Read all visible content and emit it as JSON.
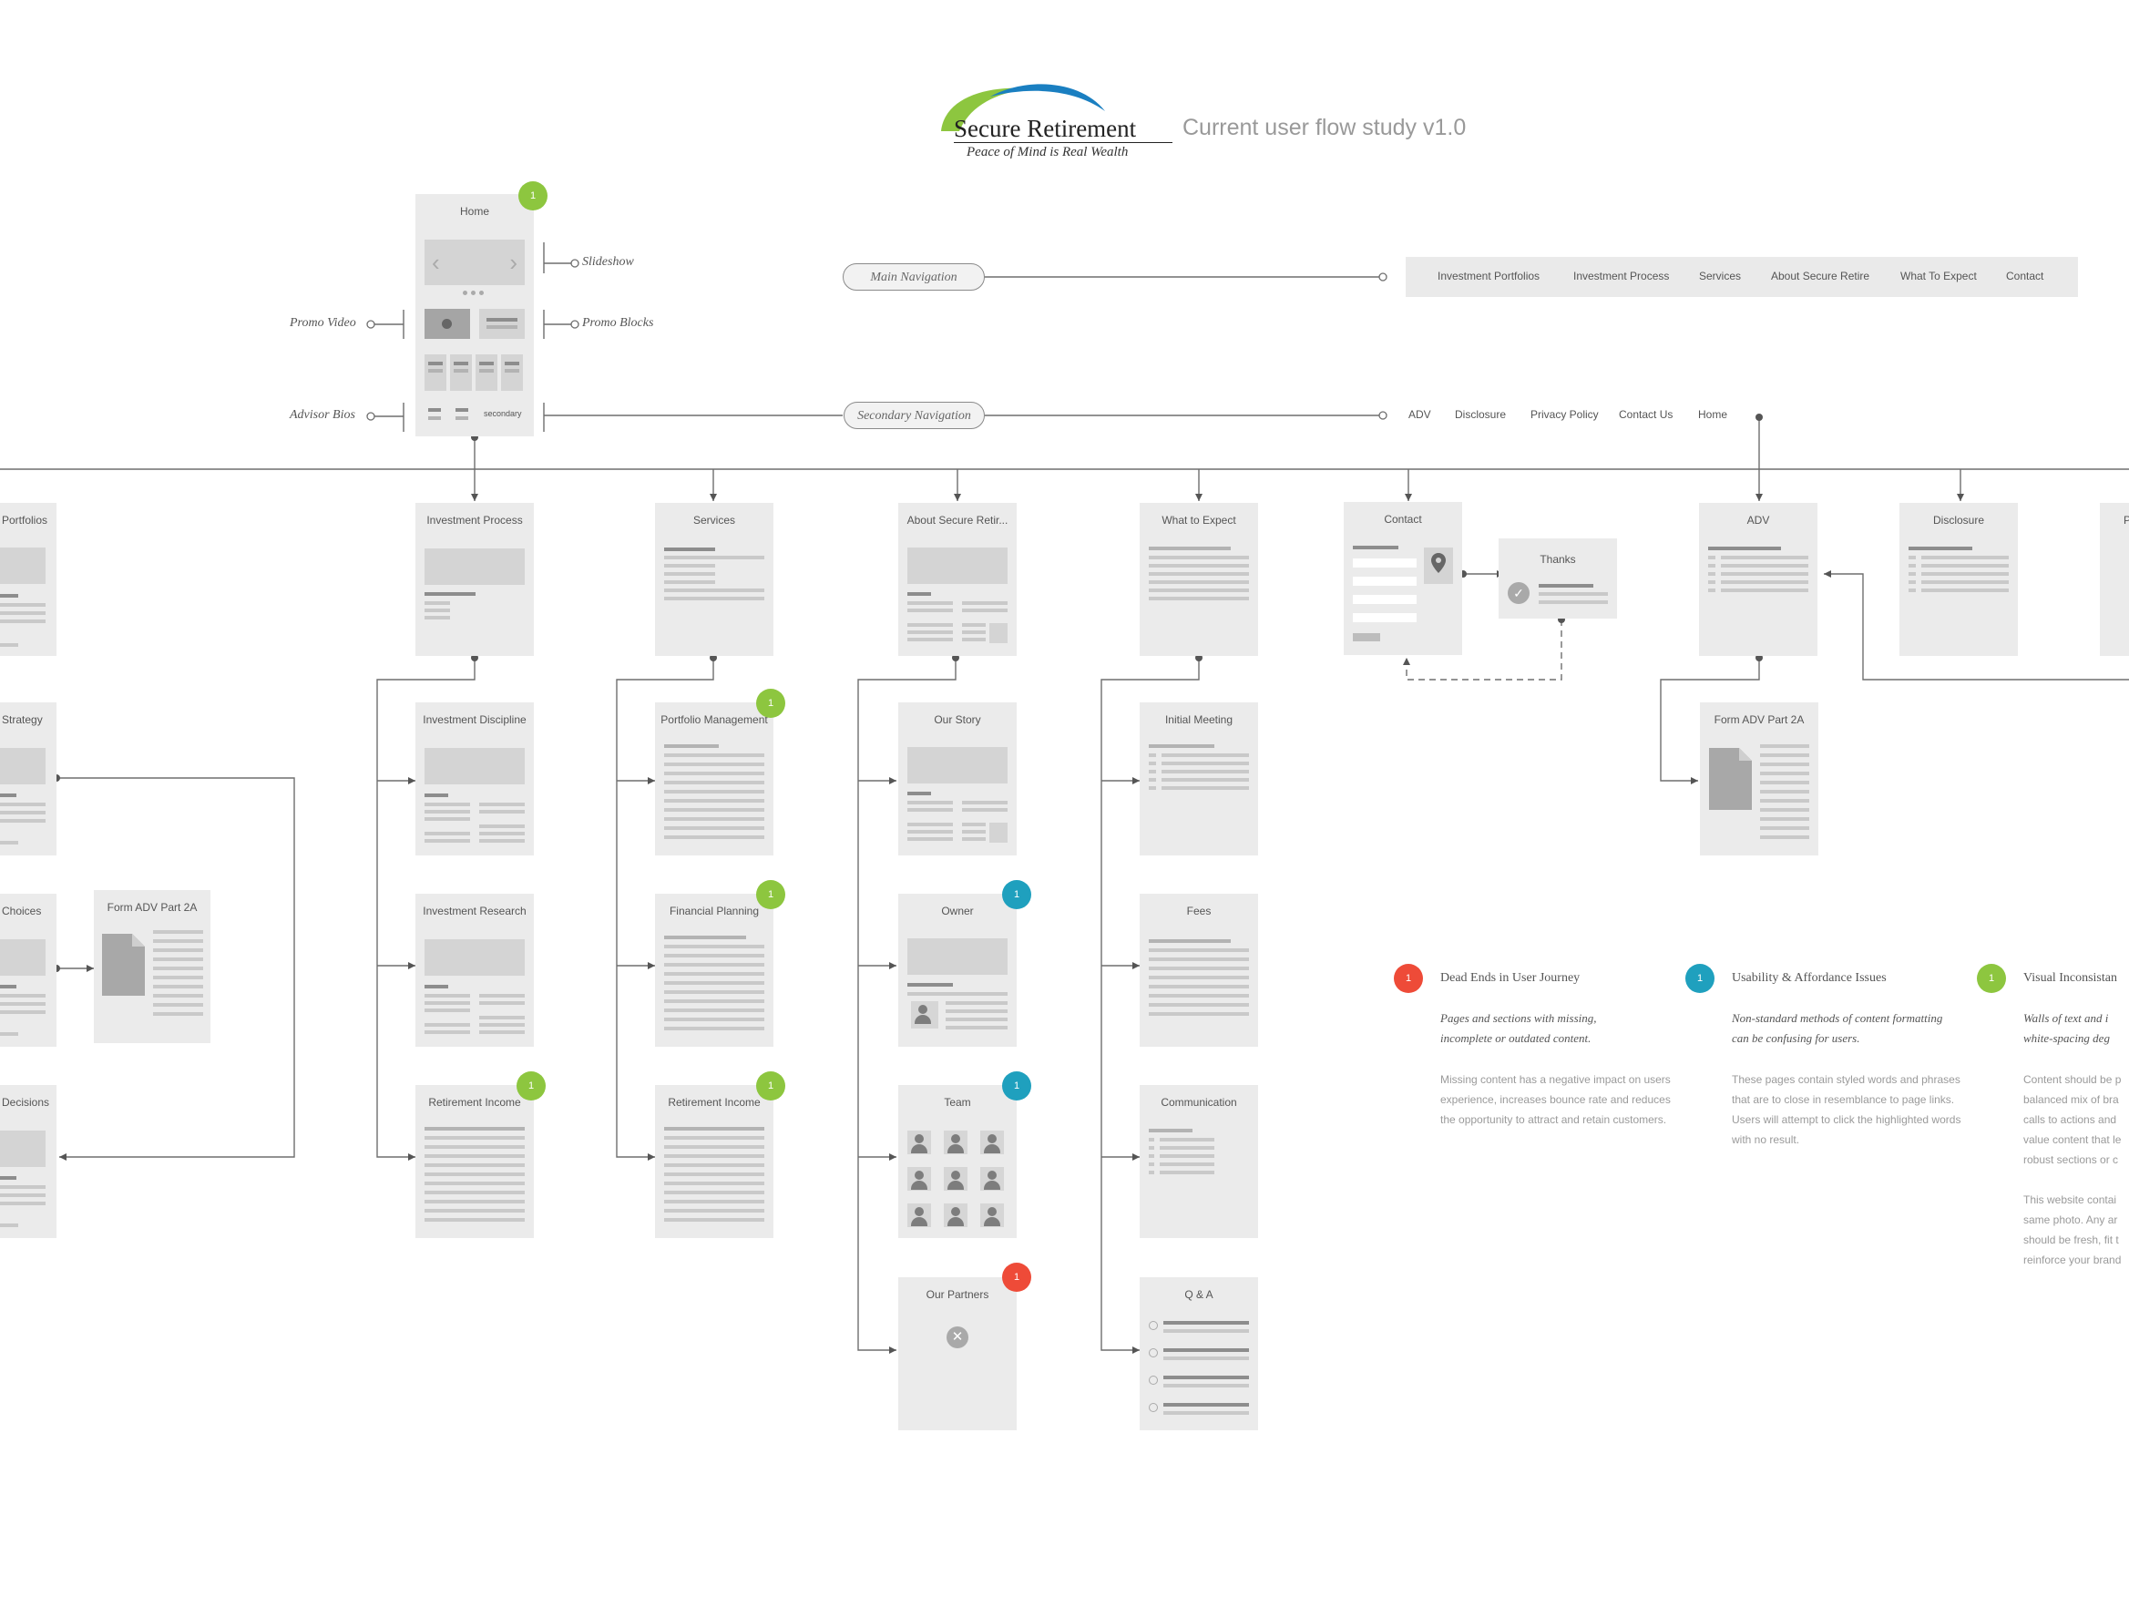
{
  "header": {
    "logo_name": "Secure Retirement",
    "logo_tagline": "Peace of Mind is Real Wealth",
    "subtitle": "Current user flow study v1.0"
  },
  "colors": {
    "green": "#8dc63f",
    "blue": "#1fa0be",
    "red": "#ee4b38",
    "logo_green": "#8dc63f",
    "logo_blue": "#1a7fc1"
  },
  "home": {
    "title": "Home",
    "badge": "1",
    "secondary_tag": "secondary",
    "labels": {
      "slideshow": "Slideshow",
      "promo_video": "Promo Video",
      "promo_blocks": "Promo Blocks",
      "advisor_bios": "Advisor Bios"
    }
  },
  "navigation": {
    "main_label": "Main Navigation",
    "main_items": [
      "Investment Portfolios",
      "Investment Process",
      "Services",
      "About Secure Retire",
      "What To Expect",
      "Contact"
    ],
    "secondary_label": "Secondary Navigation",
    "secondary_items": [
      "ADV",
      "Disclosure",
      "Privacy Policy",
      "Contact Us",
      "Home"
    ]
  },
  "pages": {
    "portfolios": "Portfolios",
    "strategy": "Strategy",
    "choices": "Choices",
    "decisions": "Decisions",
    "form_adv_left": "Form ADV Part 2A",
    "investment_process": "Investment Process",
    "investment_discipline": "Investment Discipline",
    "investment_research": "Investment Research",
    "retirement_income_a": "Retirement Income",
    "services": "Services",
    "portfolio_management": "Portfolio Management",
    "financial_planning": "Financial Planning",
    "retirement_income_b": "Retirement Income",
    "about": "About Secure Retir...",
    "our_story": "Our Story",
    "owner": "Owner",
    "team": "Team",
    "our_partners": "Our Partners",
    "what_to_expect": "What to Expect",
    "initial_meeting": "Initial Meeting",
    "fees": "Fees",
    "communication": "Communication",
    "qa": "Q & A",
    "contact": "Contact",
    "thanks": "Thanks",
    "adv": "ADV",
    "disclosure": "Disclosure",
    "form_adv_right": "Form ADV Part 2A",
    "privacy_partial": "P"
  },
  "badges": {
    "portfolio_management": "1",
    "financial_planning": "1",
    "retirement_income_a": "1",
    "retirement_income_b": "1",
    "owner": "1",
    "team": "1",
    "our_partners": "1"
  },
  "legend": [
    {
      "badge": "1",
      "color": "red",
      "title": "Dead Ends in User Journey",
      "subtitle": "Pages and sections with missing, incomplete or outdated content.",
      "body": "Missing content has a negative impact on users experience, increases bounce rate and reduces the opportunity to attract and retain customers."
    },
    {
      "badge": "1",
      "color": "blue",
      "title": "Usability & Affordance Issues",
      "subtitle": "Non-standard methods of content formatting can be confusing for users.",
      "body": "These pages contain styled words and phrases that are to close in resemblance to page links. Users will attempt to click the highlighted words with no result."
    },
    {
      "badge": "1",
      "color": "green",
      "title": "Visual Inconsistan",
      "subtitle_lines": [
        "Walls of text and i",
        "white-spacing deg"
      ],
      "body_lines": [
        "Content should be p",
        "balanced mix of bra",
        "calls to actions and",
        "value content that le",
        "robust sections or c"
      ],
      "body2_lines": [
        "This website contai",
        "same photo. Any ar",
        "should be fresh, fit t",
        "reinforce your brand"
      ]
    }
  ]
}
